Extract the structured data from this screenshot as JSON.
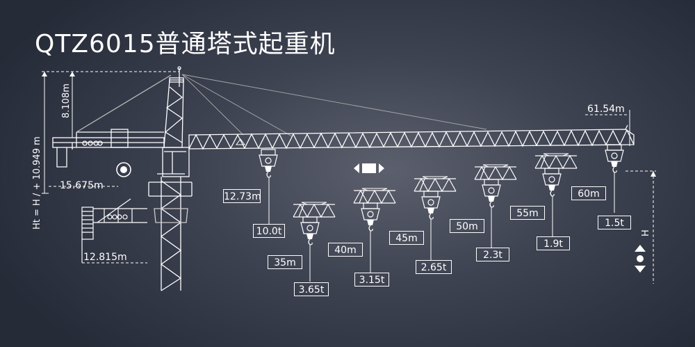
{
  "title": "QTZ6015普通塔式起重机",
  "dimensions": {
    "tip_height": "8.108m",
    "height_formula": "Ht = H / + 10.949 m",
    "counter_jib_length": "15.675m",
    "counter_jib_width": "12.815m",
    "jib_length": "61.54m",
    "mast_height": "H"
  },
  "load_points": [
    {
      "radius": "12.73m",
      "load": "10.0t"
    },
    {
      "radius": "35m",
      "load": "3.65t"
    },
    {
      "radius": "40m",
      "load": "3.15t"
    },
    {
      "radius": "45m",
      "load": "2.65t"
    },
    {
      "radius": "50m",
      "load": "2.3t"
    },
    {
      "radius": "55m",
      "load": "1.9t"
    },
    {
      "radius": "60m",
      "load": "1.5t"
    }
  ],
  "icons": {
    "slew": "rotate-icon",
    "trolley": "trolley-travel-icon",
    "hoist": "hoist-up-down-icon"
  },
  "colors": {
    "line": "#ffffff",
    "background": "#3e4352"
  }
}
